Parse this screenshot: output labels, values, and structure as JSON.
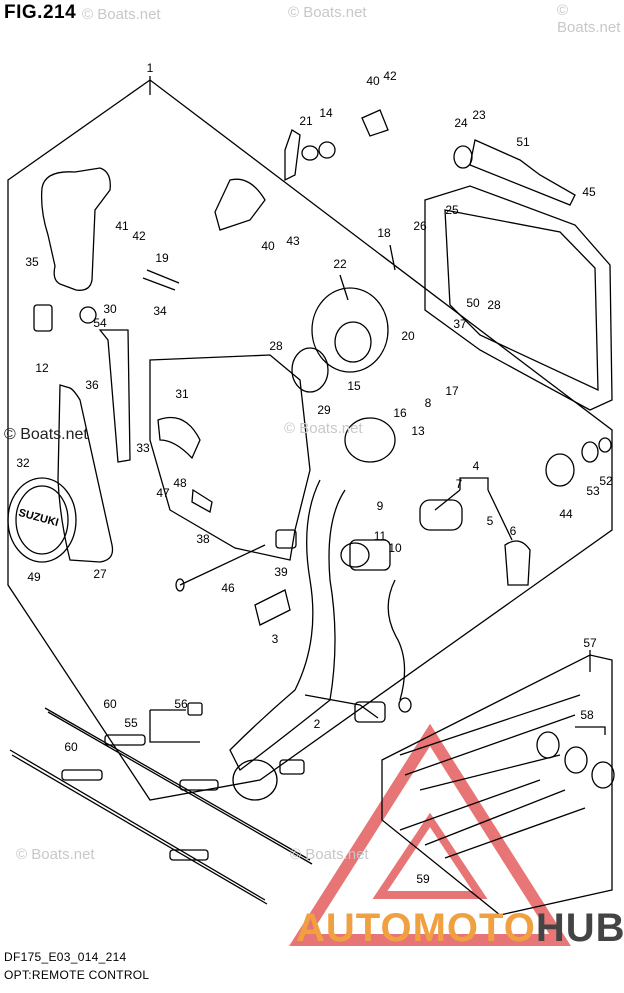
{
  "figure": {
    "title": "FIG.214",
    "code": "DF175_E03_014_214",
    "description": "OPT:REMOTE CONTROL"
  },
  "watermarks": [
    "© Boats.net",
    "© Boats.net",
    "© Boats.net",
    "© Boats.net",
    "© Boats.net",
    "© Boats.net",
    "© Boats.net"
  ],
  "badge": {
    "text": "SUZUKI"
  },
  "brand": {
    "part1": "AUTOMOTO",
    "part2": "HUB"
  },
  "callouts": [
    "1",
    "2",
    "3",
    "4",
    "5",
    "6",
    "7",
    "8",
    "9",
    "10",
    "11",
    "12",
    "13",
    "14",
    "15",
    "16",
    "17",
    "18",
    "19",
    "20",
    "21",
    "22",
    "23",
    "24",
    "25",
    "26",
    "27",
    "28",
    "28",
    "29",
    "30",
    "31",
    "32",
    "33",
    "34",
    "35",
    "36",
    "37",
    "38",
    "39",
    "40",
    "40",
    "41",
    "42",
    "42",
    "43",
    "44",
    "45",
    "46",
    "47",
    "48",
    "49",
    "50",
    "51",
    "52",
    "53",
    "54",
    "55",
    "56",
    "57",
    "58",
    "59",
    "60",
    "60"
  ],
  "colors": {
    "line": "#000000",
    "watermark": "#c8c8c8",
    "brand_orange": "#f0a040",
    "brand_gray": "#444444",
    "logo_red": "#e04848"
  }
}
